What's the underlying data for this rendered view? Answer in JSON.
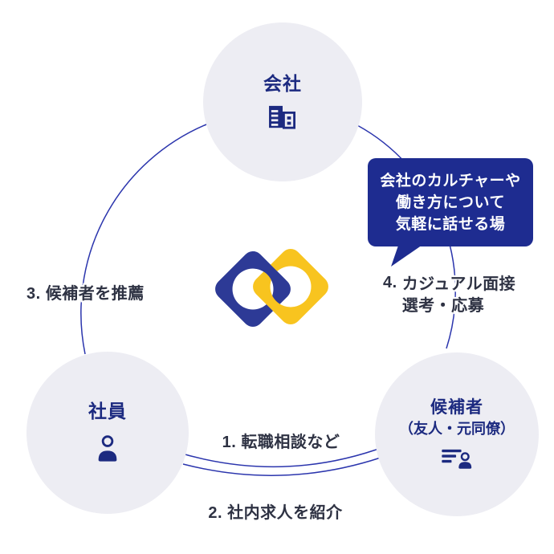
{
  "diagram": {
    "nodes": {
      "company": {
        "label": "会社",
        "icon": "building-icon"
      },
      "employee": {
        "label": "社員",
        "icon": "person-icon"
      },
      "candidate": {
        "label": "候補者",
        "sublabel": "（友人・元同僚）",
        "icon": "people-list-icon"
      }
    },
    "steps": [
      {
        "number": "1.",
        "text": "転職相談など"
      },
      {
        "number": "2.",
        "text": "社内求人を紹介"
      },
      {
        "number": "3.",
        "text": "候補者を推薦"
      },
      {
        "number": "4.",
        "text": "カジュアル面接",
        "text2": "選考・応募"
      }
    ],
    "speech_bubble": {
      "lines": [
        "会社のカルチャーや",
        "働き方について",
        "気軽に話せる場"
      ]
    },
    "logo": {
      "name": "interlocking-rings-logo"
    },
    "colors": {
      "navy_text": "#1c2a80",
      "node_fill": "#ededf3",
      "arc_blue": "#2b35ad",
      "step_text": "#2e3243",
      "bubble_bg": "#1e2c90",
      "bubble_text": "#ffffff",
      "logo_blue": "#2d3a96",
      "logo_yellow": "#f8c41f"
    }
  }
}
